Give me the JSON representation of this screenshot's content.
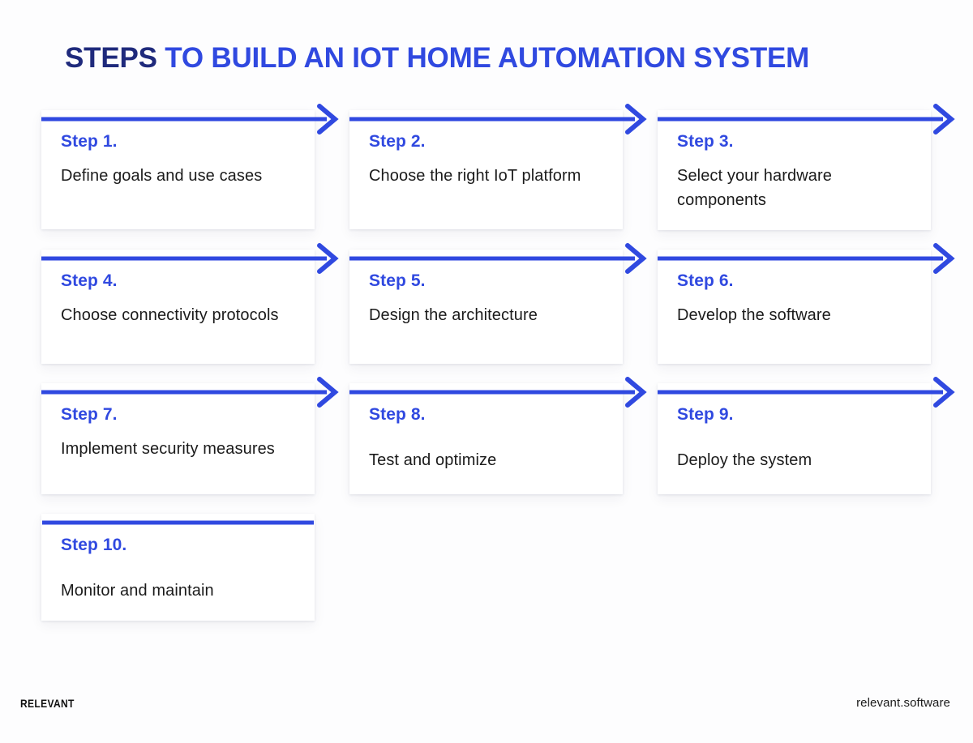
{
  "title": {
    "lead": "STEPS ",
    "rest": "TO BUILD AN IOT HOME AUTOMATION SYSTEM",
    "full": "STEPS TO BUILD AN IOT HOME AUTOMATION SYSTEM"
  },
  "colors": {
    "title_lead": "#1f2a7c",
    "accent_blue": "#3049e0",
    "body_text": "#1b1b1b",
    "background": "#fdfdfe",
    "card": "#ffffff"
  },
  "steps": [
    {
      "label": "Step 1.",
      "text": "Define goals and use cases",
      "arrow": "chevron"
    },
    {
      "label": "Step 2.",
      "text": "Choose the right IoT platform",
      "arrow": "chevron"
    },
    {
      "label": "Step 3.",
      "text": "Select your hardware components",
      "arrow": "chevron"
    },
    {
      "label": "Step 4.",
      "text": "Choose connectivity protocols",
      "arrow": "chevron"
    },
    {
      "label": "Step 5.",
      "text": "Design the architecture",
      "arrow": "chevron"
    },
    {
      "label": "Step 6.",
      "text": "Develop the software",
      "arrow": "chevron"
    },
    {
      "label": "Step 7.",
      "text": "Implement security measures",
      "arrow": "chevron"
    },
    {
      "label": "Step 8.",
      "text": "Test and optimize",
      "arrow": "chevron"
    },
    {
      "label": "Step 9.",
      "text": "Deploy the system",
      "arrow": "chevron"
    },
    {
      "label": "Step 10.",
      "text": "Monitor and maintain",
      "arrow": "line"
    }
  ],
  "footer": {
    "brand": "RELEVANT",
    "url": "relevant.software"
  }
}
